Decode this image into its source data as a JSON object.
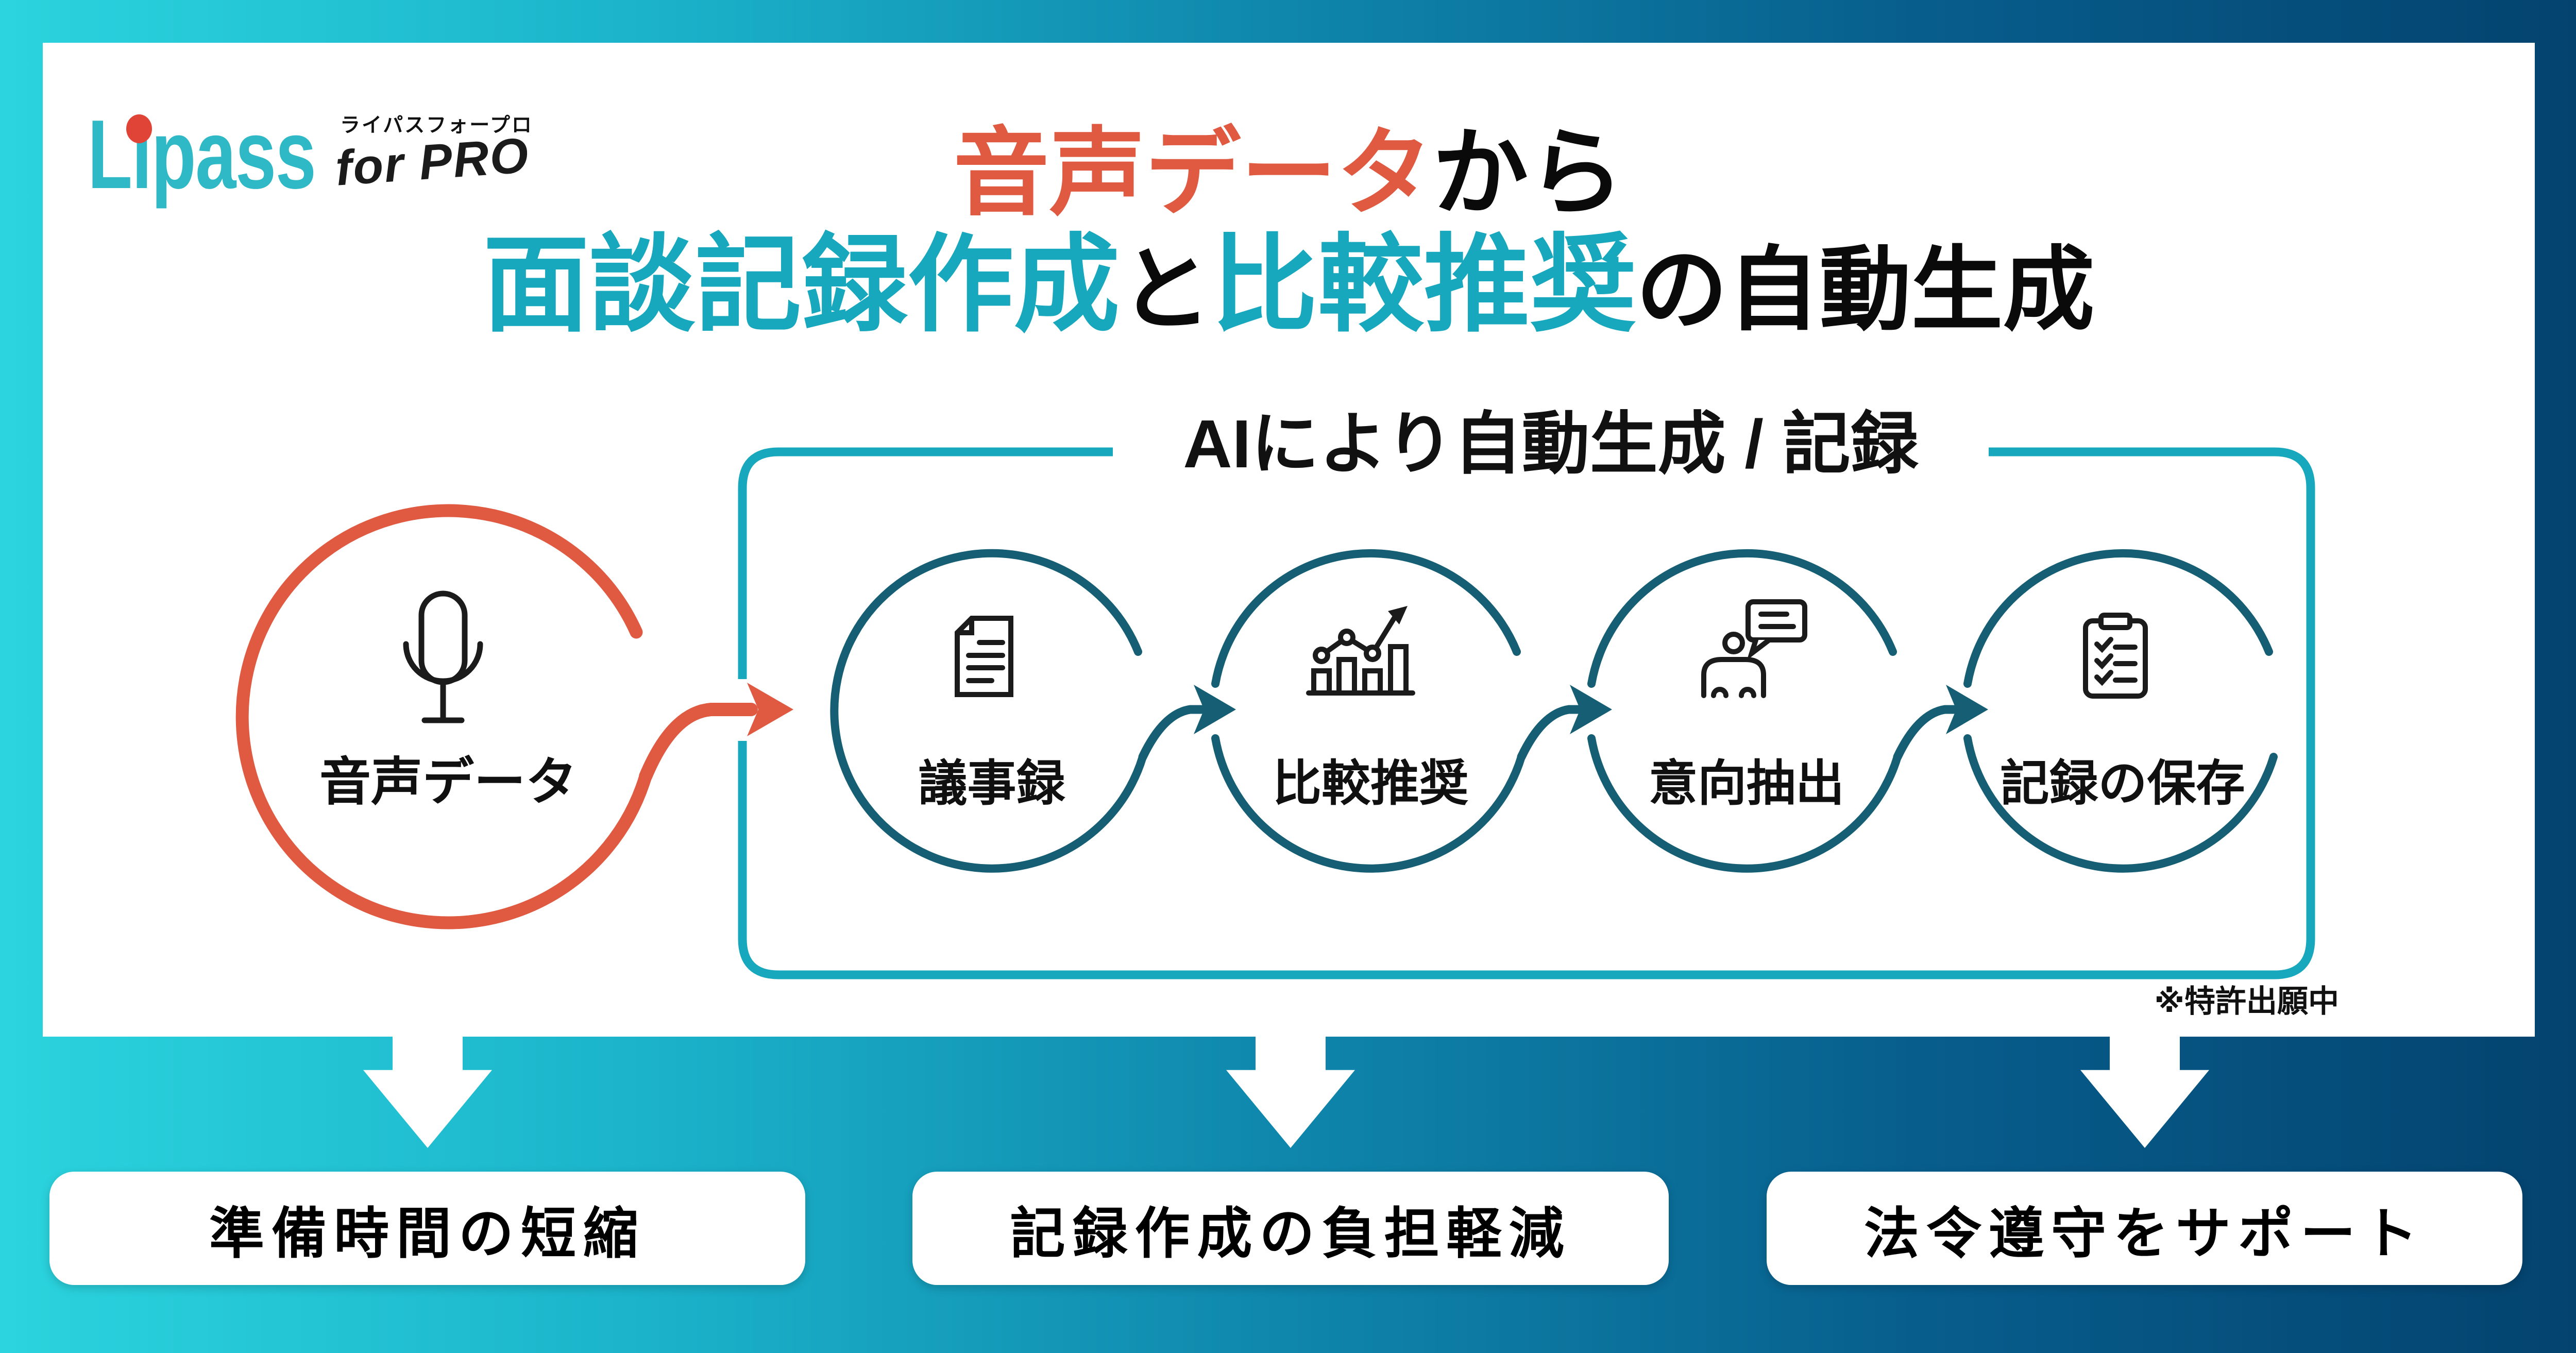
{
  "colors": {
    "bg_left": "#2BD4DE",
    "bg_right": "#04436F",
    "accent_red": "#E05A42",
    "accent_teal": "#18A8BE",
    "circle_teal": "#155E73",
    "logo_teal": "#2FB9C6",
    "logo_dot_red": "#E04437"
  },
  "logo": {
    "name": "Lipass",
    "name_display": "Lıpass",
    "kana": "ライパスフォープロ",
    "suffix": "for PRO"
  },
  "title": {
    "line1_highlight": "音声データ",
    "line1_rest": "から",
    "line2_teal1": "面談記録作成",
    "line2_black1": "と",
    "line2_teal2": "比較推奨",
    "line2_black2": "の自動生成"
  },
  "diagram": {
    "ai_label": "AIにより自動生成 / 記録",
    "patent_note": "※特許出願中",
    "source": {
      "label": "音声データ",
      "icon": "microphone-icon"
    },
    "steps": [
      {
        "label": "議事録",
        "icon": "document-icon"
      },
      {
        "label": "比較推奨",
        "icon": "bar-chart-icon"
      },
      {
        "label": "意向抽出",
        "icon": "person-speech-icon"
      },
      {
        "label": "記録の保存",
        "icon": "clipboard-icon"
      }
    ]
  },
  "benefits": [
    {
      "label": "準備時間の短縮"
    },
    {
      "label": "記録作成の負担軽減"
    },
    {
      "label": "法令遵守をサポート"
    }
  ]
}
